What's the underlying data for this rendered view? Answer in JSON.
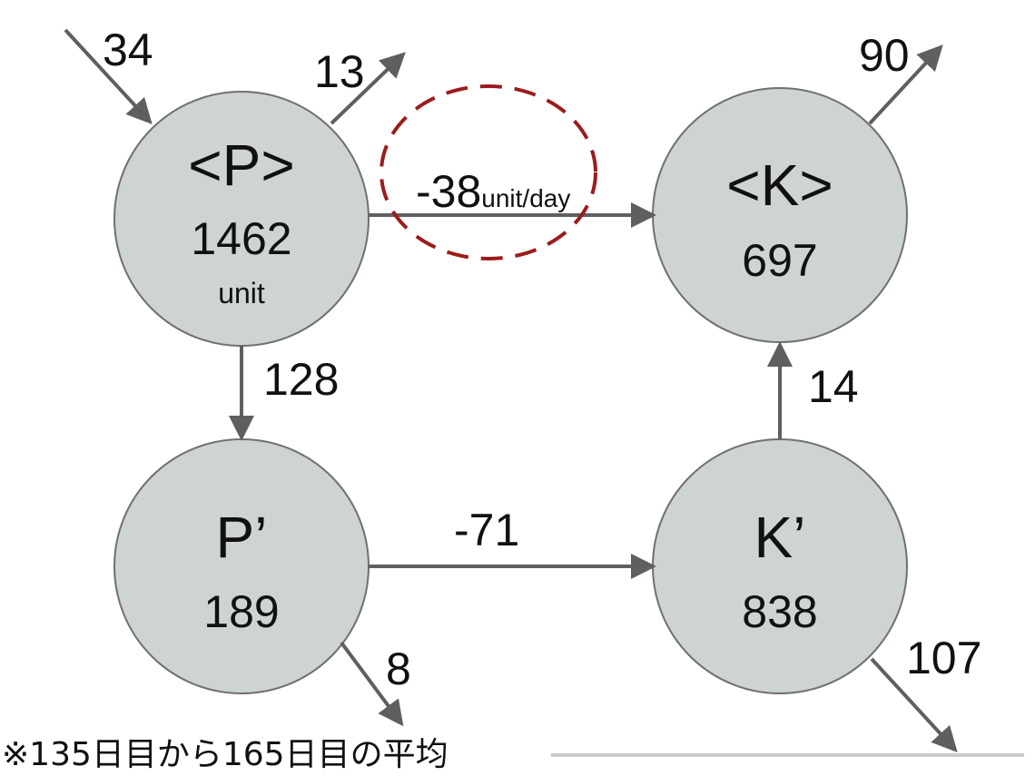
{
  "nodes": {
    "P": {
      "title": "<P>",
      "value": "1462",
      "unit": "unit"
    },
    "K": {
      "title": "<K>",
      "value": "697"
    },
    "P_prime": {
      "title": "P’",
      "value": "189"
    },
    "K_prime": {
      "title": "K’",
      "value": "838"
    }
  },
  "flows": {
    "inflow_P": "34",
    "outflow_P": "13",
    "P_to_K": {
      "value": "-38",
      "unit": "unit/day"
    },
    "outflow_K": "90",
    "P_to_P_prime": "128",
    "K_prime_to_K": "14",
    "P_prime_to_K_prime": "-71",
    "outflow_P_prime": "8",
    "outflow_K_prime": "107"
  },
  "footnote": "※135日目から165日目の平均",
  "colors": {
    "node_fill": "#ced3d3",
    "node_stroke": "#707070",
    "arrow": "#5f5f5f",
    "highlight_ellipse": "#9b1c1c",
    "footer_rule": "#c9cccc"
  }
}
